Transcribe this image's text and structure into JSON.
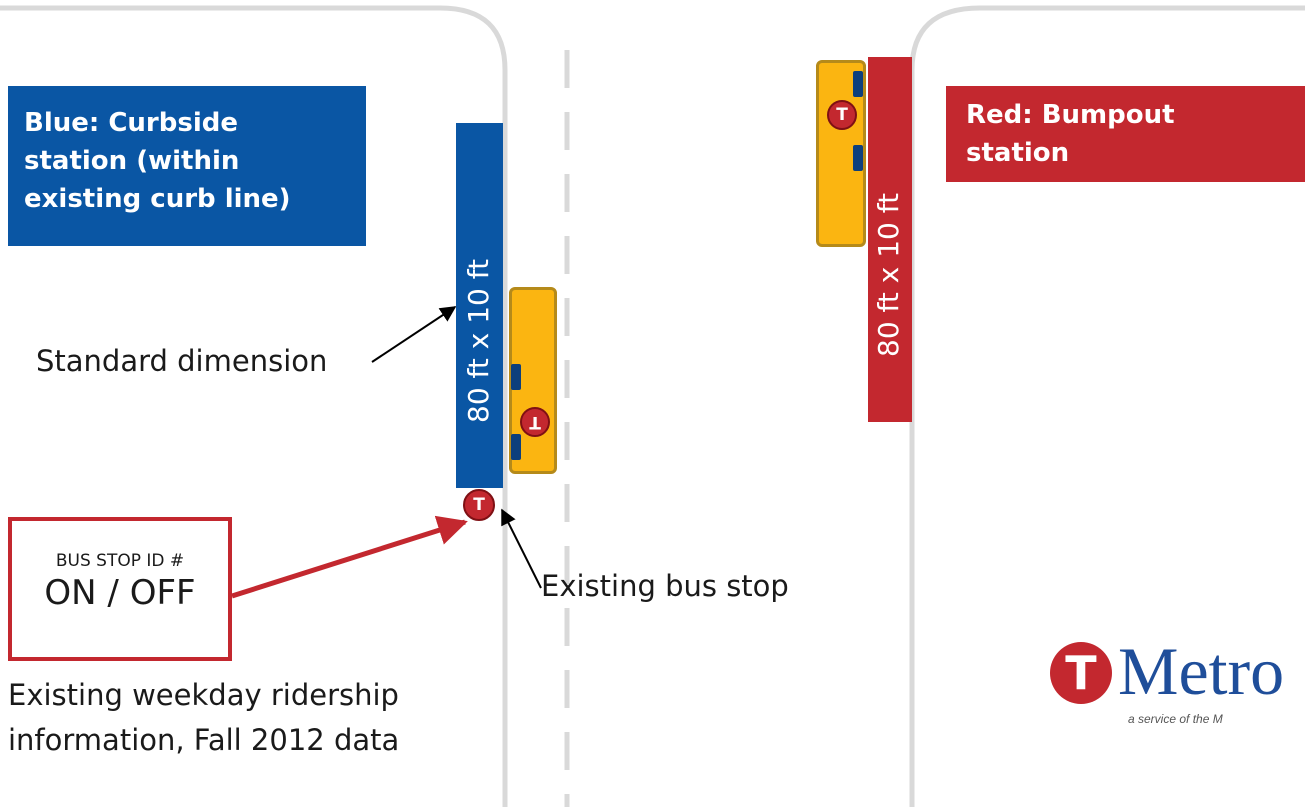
{
  "labels": {
    "blue": "Blue: Curbside station (within existing curb line)",
    "red": "Red: Bumpout station"
  },
  "stations": {
    "blue_dimension": "80 ft x 10 ft",
    "red_dimension": "80 ft x 10 ft"
  },
  "callouts": {
    "standard_dimension": "Standard dimension",
    "existing_bus_stop": "Existing bus stop",
    "ridership_line1": "Existing weekday ridership",
    "ridership_line2": "information, Fall 2012 data"
  },
  "stop_box": {
    "id": "BUS STOP ID #",
    "onoff": "ON / OFF"
  },
  "logo": {
    "symbol": "T",
    "name": "Metro",
    "tagline": "a service of the M"
  },
  "colors": {
    "blue": "#0a56a4",
    "red": "#c3282f",
    "bus": "#fbb511",
    "road": "#d9d9d9"
  }
}
